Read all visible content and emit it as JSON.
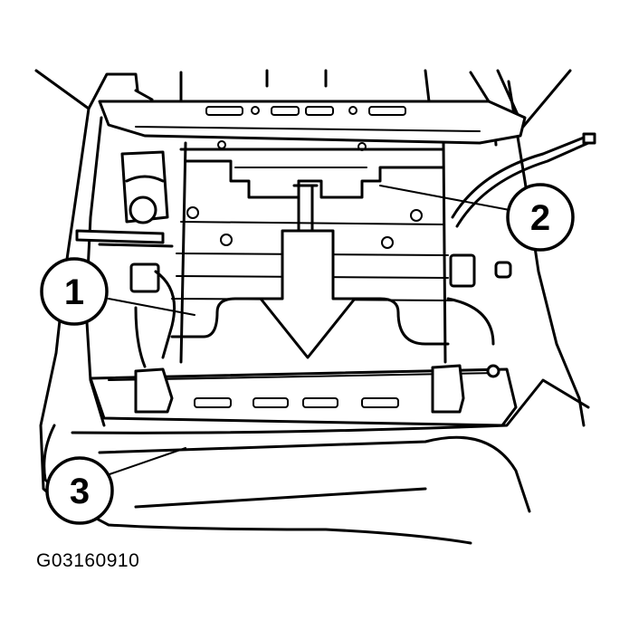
{
  "callouts": [
    {
      "label": "1"
    },
    {
      "label": "2"
    },
    {
      "label": "3"
    }
  ],
  "figure_code": "G03160910"
}
